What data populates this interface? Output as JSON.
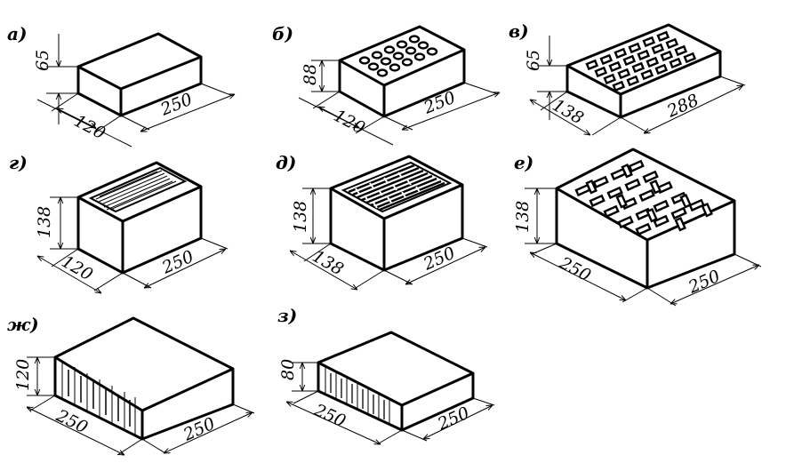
{
  "bricks": [
    {
      "id": "a",
      "label": "а)",
      "height": "65",
      "depth": "120",
      "length": "250"
    },
    {
      "id": "b",
      "label": "б)",
      "height": "88",
      "depth": "120",
      "length": "250"
    },
    {
      "id": "v",
      "label": "в)",
      "height": "65",
      "depth": "138",
      "length": "288"
    },
    {
      "id": "g",
      "label": "г)",
      "height": "138",
      "depth": "120",
      "length": "250"
    },
    {
      "id": "d",
      "label": "д)",
      "height": "138",
      "depth": "138",
      "length": "250"
    },
    {
      "id": "e",
      "label": "е)",
      "height": "138",
      "depth": "250",
      "length": "250"
    },
    {
      "id": "zh",
      "label": "ж)",
      "height": "120",
      "depth": "250",
      "length": "250"
    },
    {
      "id": "z",
      "label": "з)",
      "height": "80",
      "depth": "250",
      "length": "250"
    }
  ]
}
